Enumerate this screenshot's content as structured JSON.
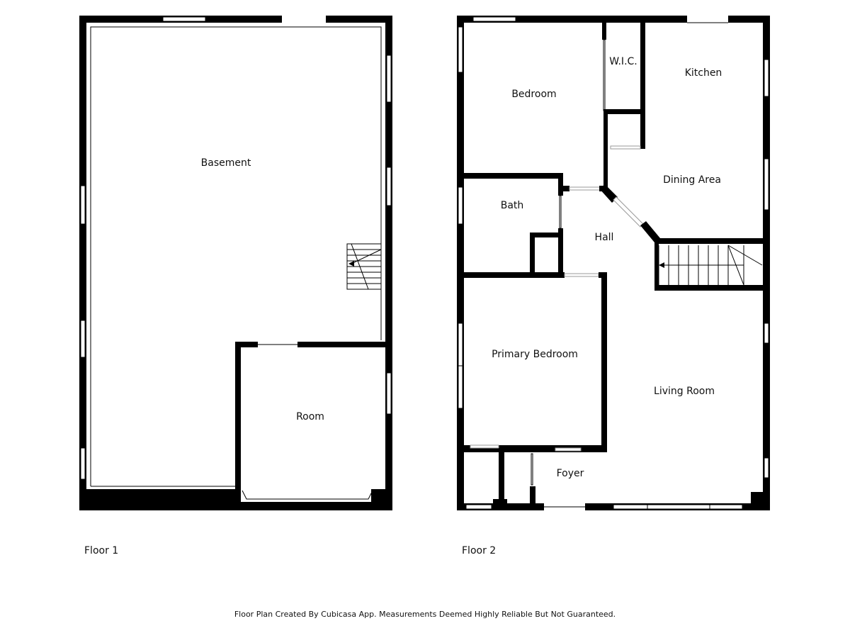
{
  "floors": [
    {
      "label": "Floor 1",
      "rooms": [
        "Basement",
        "Room"
      ]
    },
    {
      "label": "Floor 2",
      "rooms": [
        "Bedroom",
        "W.I.C.",
        "Kitchen",
        "Dining Area",
        "Bath",
        "Hall",
        "Primary Bedroom",
        "Living Room",
        "Foyer"
      ]
    }
  ],
  "footer": "Floor Plan Created By Cubicasa App. Measurements Deemed Highly Reliable But Not Guaranteed."
}
